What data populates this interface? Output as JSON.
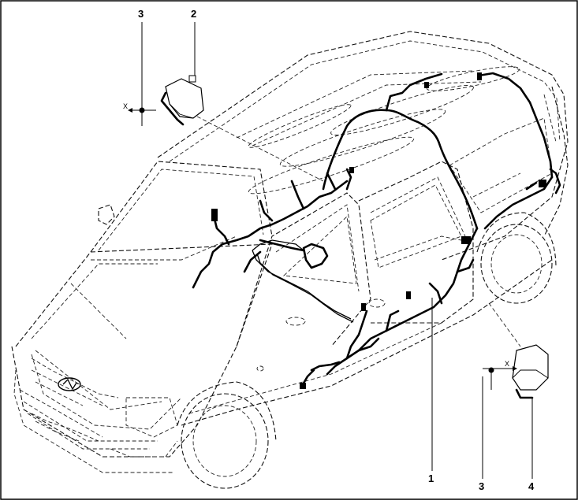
{
  "callouts": [
    {
      "id": "c3a",
      "label": "3"
    },
    {
      "id": "c2",
      "label": "2"
    },
    {
      "id": "c1",
      "label": "1"
    },
    {
      "id": "c3b",
      "label": "3"
    },
    {
      "id": "c4",
      "label": "4"
    }
  ],
  "axis_labels": {
    "top": "X",
    "bottom": "X"
  }
}
